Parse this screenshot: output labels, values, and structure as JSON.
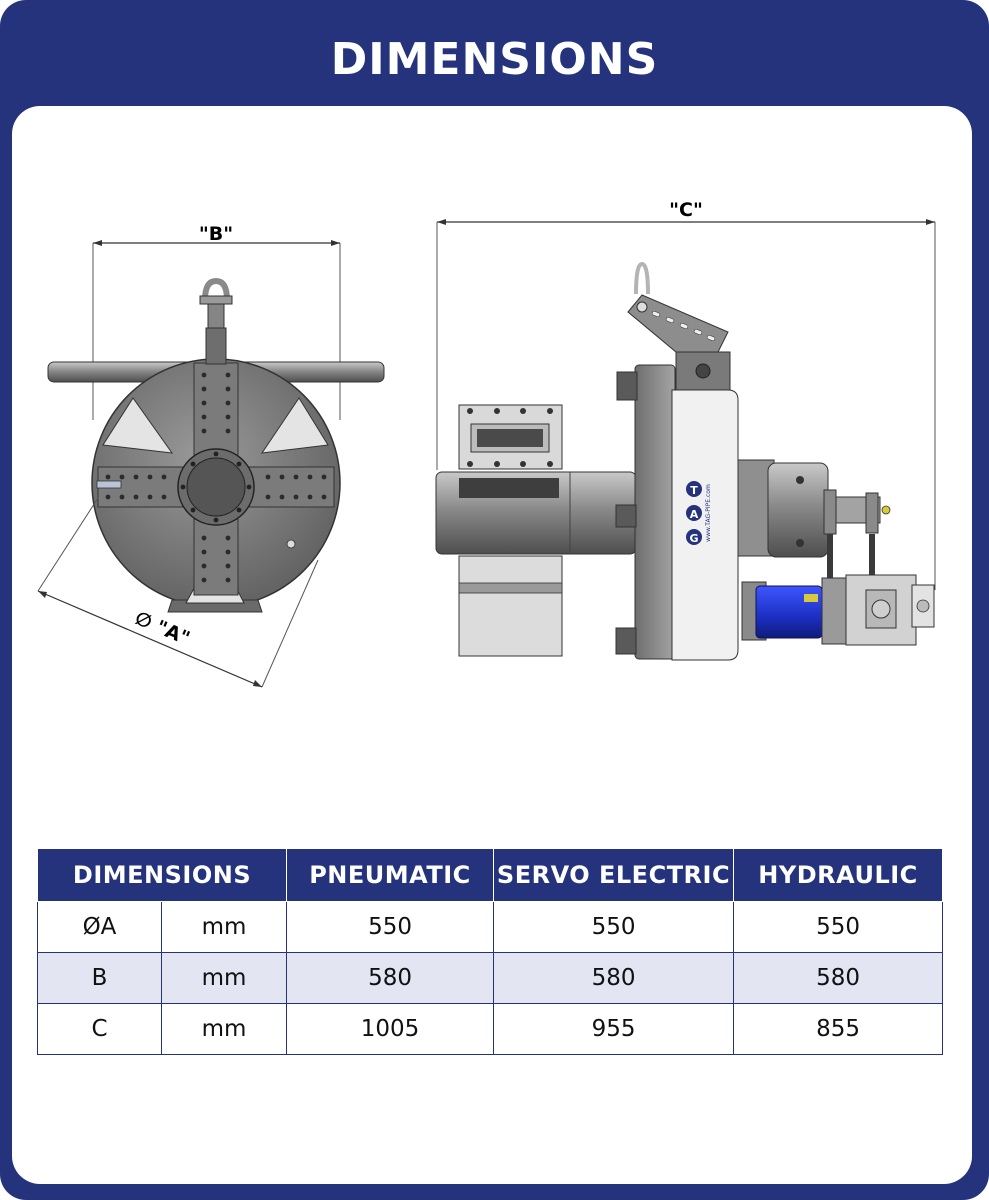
{
  "header": {
    "title": "DIMENSIONS"
  },
  "drawing": {
    "label_b": "\"B\"",
    "label_c": "\"C\"",
    "label_a": "∅ \"A\"",
    "logo_text": "TAG",
    "logo_url": "www.TAG-PIPE.com"
  },
  "table": {
    "headers": [
      "DIMENSIONS",
      "PNEUMATIC",
      "SERVO ELECTRIC",
      "HYDRAULIC"
    ],
    "rows": [
      {
        "dim": "ØA",
        "unit": "mm",
        "pneumatic": "550",
        "servo": "550",
        "hydraulic": "550"
      },
      {
        "dim": "B",
        "unit": "mm",
        "pneumatic": "580",
        "servo": "580",
        "hydraulic": "580"
      },
      {
        "dim": "C",
        "unit": "mm",
        "pneumatic": "1005",
        "servo": "955",
        "hydraulic": "855"
      }
    ]
  },
  "colors": {
    "brand_blue": "#25337d",
    "row_alt": "#e4e5f3",
    "motor_blue": "#1c2fc2"
  }
}
